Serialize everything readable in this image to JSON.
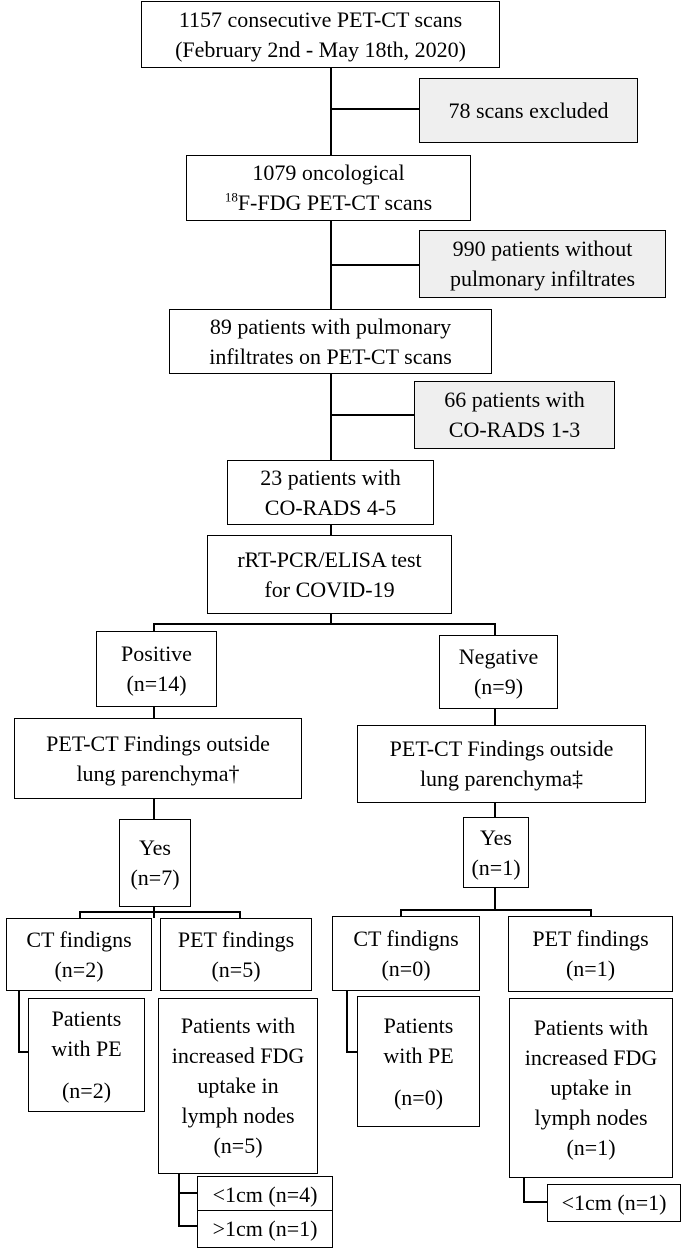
{
  "nodes": {
    "scans_total": {
      "lines": [
        "1157 consecutive PET-CT scans",
        "(February 2nd - May 18th, 2020)"
      ]
    },
    "excluded": {
      "lines": [
        "78 scans excluded"
      ]
    },
    "oncological": {
      "line1": "1079 oncological",
      "line2_sup": "18",
      "line2_rest": "F-FDG PET-CT scans"
    },
    "no_infiltrates": {
      "lines": [
        "990 patients without",
        "pulmonary infiltrates"
      ]
    },
    "with_infiltrates": {
      "lines": [
        "89 patients with pulmonary",
        "infiltrates on PET-CT scans"
      ]
    },
    "corads_1_3": {
      "lines": [
        "66 patients with",
        "CO-RADS 1-3"
      ]
    },
    "corads_4_5": {
      "lines": [
        "23 patients with",
        "CO-RADS 4-5"
      ]
    },
    "test": {
      "lines": [
        "rRT-PCR/ELISA test",
        "for COVID-19"
      ]
    },
    "positive": {
      "lines": [
        "Positive",
        "(n=14)"
      ]
    },
    "negative": {
      "lines": [
        "Negative",
        "(n=9)"
      ]
    },
    "pos_outside": {
      "lines": [
        "PET-CT Findings outside",
        "lung parenchyma†"
      ]
    },
    "neg_outside": {
      "lines": [
        "PET-CT Findings outside",
        "lung parenchyma‡"
      ]
    },
    "pos_yes": {
      "lines": [
        "Yes",
        "(n=7)"
      ]
    },
    "neg_yes": {
      "lines": [
        "Yes",
        "(n=1)"
      ]
    },
    "pos_ct": {
      "lines": [
        "CT findigns",
        "(n=2)"
      ]
    },
    "pos_pet": {
      "lines": [
        "PET findings",
        "(n=5)"
      ]
    },
    "neg_ct": {
      "lines": [
        "CT findigns",
        "(n=0)"
      ]
    },
    "neg_pet": {
      "lines": [
        "PET findings",
        "(n=1)"
      ]
    },
    "pos_pe": {
      "lines": [
        "Patients",
        "with PE",
        "(n=2)"
      ]
    },
    "neg_pe": {
      "lines": [
        "Patients",
        "with PE",
        "(n=0)"
      ]
    },
    "pos_lymph": {
      "lines": [
        "Patients with",
        "increased FDG",
        "uptake in",
        "lymph nodes",
        "(n=5)"
      ]
    },
    "neg_lymph": {
      "lines": [
        "Patients with",
        "increased FDG",
        "uptake in",
        "lymph nodes",
        "(n=1)"
      ]
    },
    "pos_lt1": {
      "lines": [
        "<1cm (n=4)"
      ]
    },
    "pos_gt1": {
      "lines": [
        ">1cm (n=1)"
      ]
    },
    "neg_lt1": {
      "lines": [
        "<1cm (n=1)"
      ]
    }
  }
}
